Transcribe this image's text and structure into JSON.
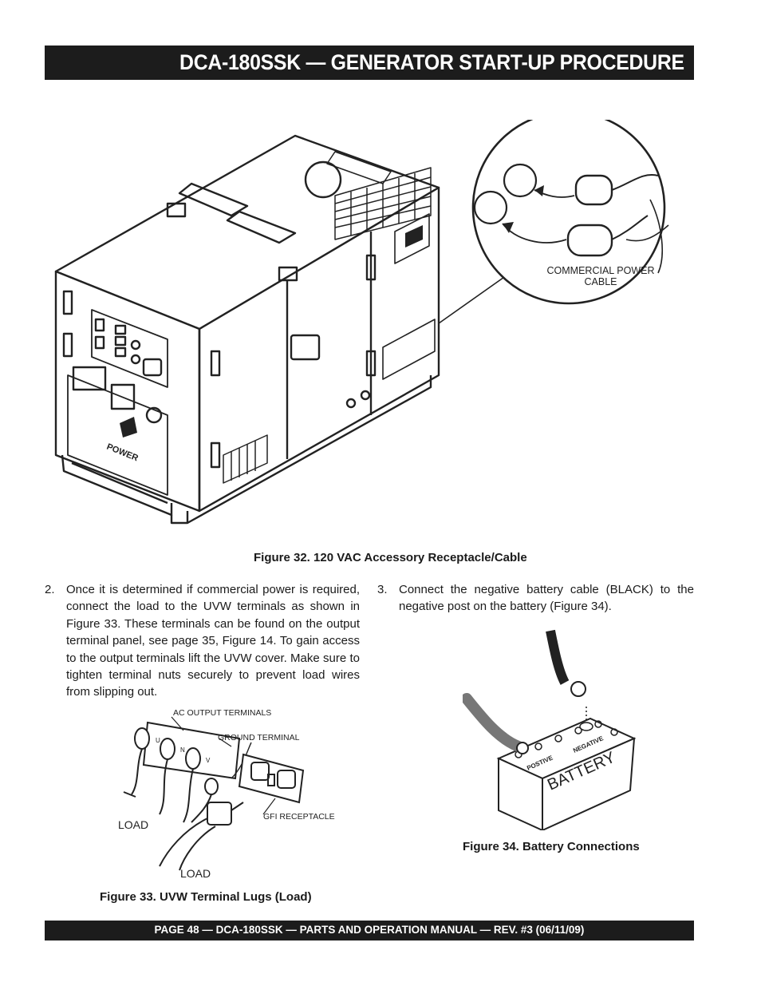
{
  "header": {
    "title": "DCA-180SSK — GENERATOR START-UP PROCEDURE"
  },
  "figure32": {
    "caption": "Figure 32. 120 VAC Accessory Receptacle/Cable",
    "callout_label_line1": "COMMERCIAL POWER",
    "callout_label_line2": "CABLE",
    "logo_text": "POWER"
  },
  "steps": [
    {
      "number": "2.",
      "text": "Once it is determined if commercial power is required, connect the load to the UVW terminals as shown in Figure 33. These terminals can be found on the output terminal panel, see page 35, Figure 14. To gain access to the output terminals lift the UVW cover. Make sure to tighten terminal nuts securely to prevent load wires from slipping out."
    },
    {
      "number": "3.",
      "text": "Connect the negative battery cable (BLACK) to the negative post on the battery (Figure 34)."
    }
  ],
  "figure33": {
    "caption": "Figure 33.   UVW  Terminal Lugs (Load)",
    "labels": {
      "ac_output": "AC OUTPUT TERMINALS",
      "ground": "GROUND TERMINAL",
      "gfi": "GFI RECEPTACLE",
      "load1": "LOAD",
      "load2": "LOAD",
      "u": "U",
      "n": "N",
      "v": "V"
    }
  },
  "figure34": {
    "caption": "Figure 34. Battery Connections",
    "labels": {
      "battery": "BATTERY",
      "positive": "POSTIVE",
      "negative": "NEGATIVE"
    }
  },
  "footer": {
    "text": "PAGE 48 — DCA-180SSK — PARTS AND OPERATION MANUAL — REV. #3  (06/11/09)"
  }
}
